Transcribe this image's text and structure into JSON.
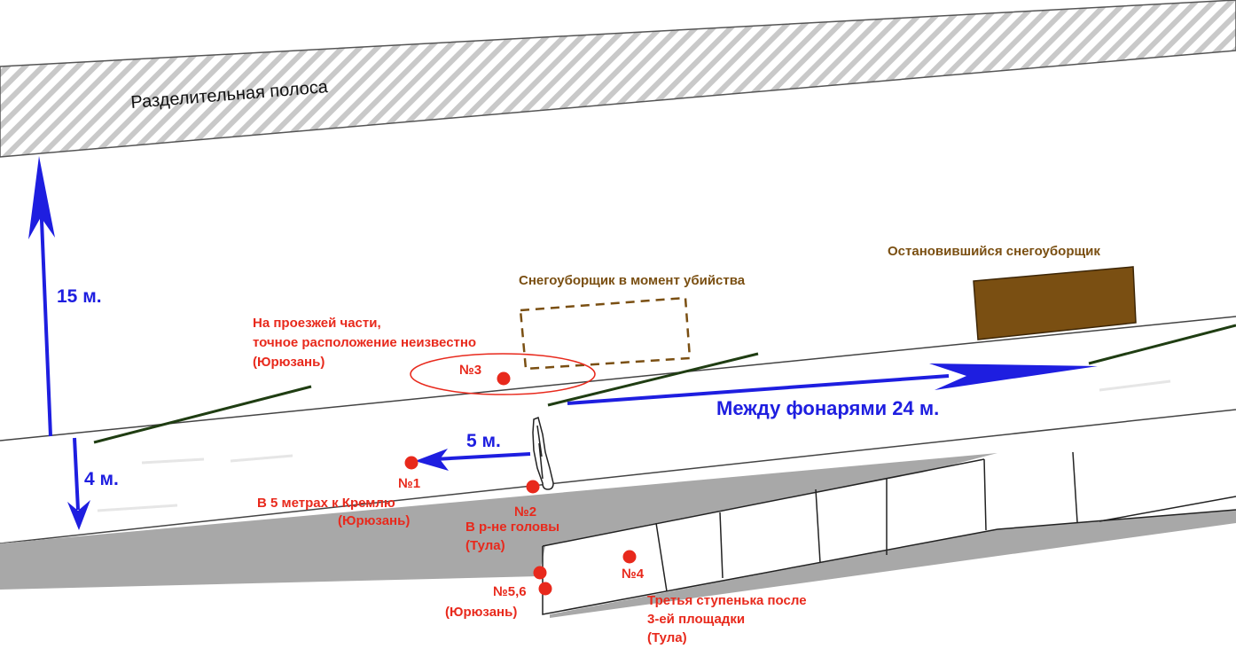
{
  "divider": {
    "label": "Разделительная полоса"
  },
  "dimensions": {
    "road_width": "15 м.",
    "sidewalk_width": "4 м.",
    "offset": "5 м.",
    "lamp_spacing": "Между фонарями 24 м."
  },
  "snowplows": {
    "at_murder": "Снегоуборщик в момент убийства",
    "stopped": "Остановившийся снегоуборщик"
  },
  "roadway_note": {
    "line1": "На проезжей части,",
    "line2": "точное расположение неизвестно",
    "line3": "(Юрюзань)"
  },
  "markers": {
    "m1": {
      "label": "№1",
      "line1": "В 5 метрах к Кремлю",
      "line2": "(Юрюзань)"
    },
    "m2": {
      "label": "№2",
      "line1": "В р-не головы",
      "line2": "(Тула)"
    },
    "m3": {
      "label": "№3"
    },
    "m4": {
      "label": "№4",
      "line1": "Третья ступенька после",
      "line2": "3-ей площадки",
      "line3": "(Тула)"
    },
    "m56": {
      "label": "№5,6",
      "line1": "(Юрюзань)"
    }
  },
  "colors": {
    "red": "#e8291c",
    "blue": "#1e1ee0",
    "brown": "#7a4f12",
    "lamp": "#1f3d12",
    "stairs": "#a8a8a8"
  }
}
